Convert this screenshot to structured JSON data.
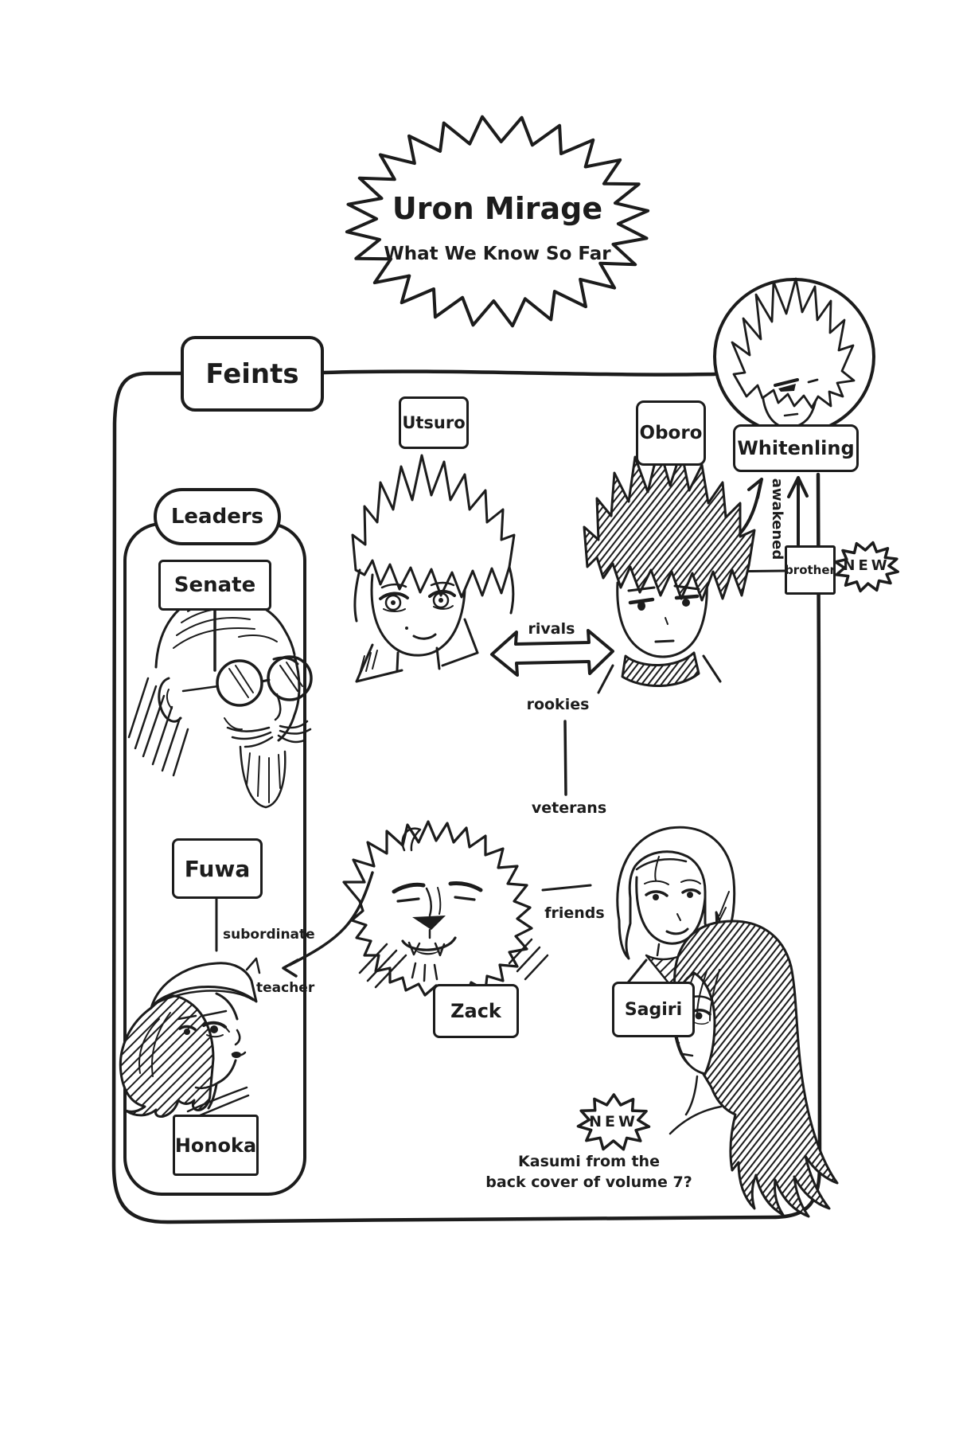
{
  "title": {
    "name": "Uron Mirage",
    "subtitle": "What We Know So Far"
  },
  "faction": {
    "label": "Feints"
  },
  "leaders": {
    "header": "Leaders",
    "senate_label": "Senate",
    "fuwa_label": "Fuwa",
    "honoka_label": "Honoka"
  },
  "members": {
    "utsuro_label": "Utsuro",
    "oboro_label": "Oboro",
    "whitenling_label": "Whitenling",
    "zack_label": "Zack",
    "sagiri_label": "Sagiri"
  },
  "relations": {
    "rivals": "rivals",
    "rookies": "rookies",
    "veterans": "veterans",
    "friends": "friends",
    "subordinate": "subordinate",
    "teacher": "teacher",
    "brother": "brother",
    "awakened": "awakened"
  },
  "badges": {
    "brother_new": "NEW",
    "kasumi_new": "NEW"
  },
  "note": {
    "line1": "Kasumi from the",
    "line2": "back cover of volume 7?"
  },
  "colors": {
    "ink": "#1c1c1c",
    "paper": "#ffffff"
  }
}
